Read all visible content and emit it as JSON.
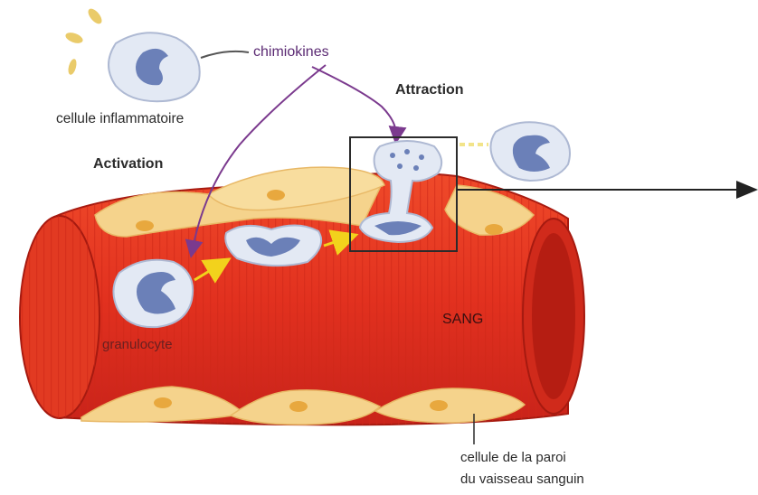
{
  "labels": {
    "chemokines": "chimiokines",
    "inflammatory_cell": "cellule inflammatoire",
    "attraction": "Attraction",
    "activation": "Activation",
    "blood": "SANG",
    "granulocyte": "granulocyte",
    "wall_cell_line1": "cellule de la paroi",
    "wall_cell_line2": "du vaisseau sanguin"
  },
  "colors": {
    "vessel_red": "#e2311f",
    "vessel_dark": "#b51d12",
    "endothelial_cell": "#f5d38c",
    "leukocyte": "#dfe6f2",
    "nucleus": "#6b80b8",
    "chemokine_arrow": "#7b3a8e",
    "migration_arrow": "#f2d21c"
  },
  "icons": [
    "inflammatory-cell-icon",
    "granulocyte-icon",
    "migrating-cell-icon",
    "attracted-cell-icon"
  ]
}
